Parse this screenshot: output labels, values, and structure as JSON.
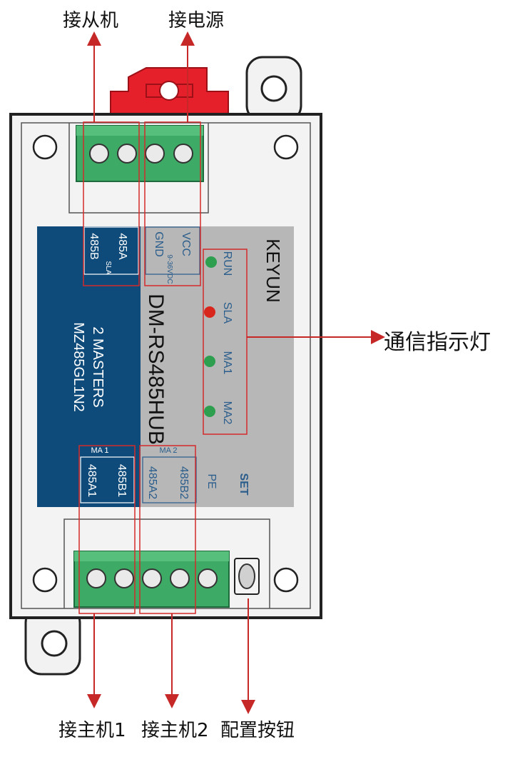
{
  "callouts": {
    "slave": "接从机",
    "power": "接电源",
    "indicators": "通信指示灯",
    "master1": "接主机1",
    "master2": "接主机2",
    "config": "配置按钮"
  },
  "brand": "KEYUN",
  "model": "DM-RS485HUB",
  "desc_line1": "2 MASTERS",
  "desc_line2": "MZ485GL1N2",
  "top_terminals": {
    "sla_group": "SLA",
    "a": "485A",
    "b": "485B",
    "power_group": "9-36VDC",
    "vcc": "VCC",
    "gnd": "GND"
  },
  "leds": [
    {
      "label": "RUN",
      "color": "#2e9e4f"
    },
    {
      "label": "SLA",
      "color": "#d9261c"
    },
    {
      "label": "MA1",
      "color": "#2e9e4f"
    },
    {
      "label": "MA2",
      "color": "#2e9e4f"
    }
  ],
  "bottom_terminals": {
    "ma1_group": "MA 1",
    "b1": "485B1",
    "a1": "485A1",
    "ma2_group": "MA 2",
    "b2": "485B2",
    "a2": "485A2",
    "pe": "PE",
    "set": "SET"
  },
  "colors": {
    "terminal_green": "#3daa66",
    "panel_blue": "#0f4b7a",
    "panel_gray": "#b7b7b7",
    "mount_red": "#e5202a",
    "box_red": "#d42a2a"
  }
}
